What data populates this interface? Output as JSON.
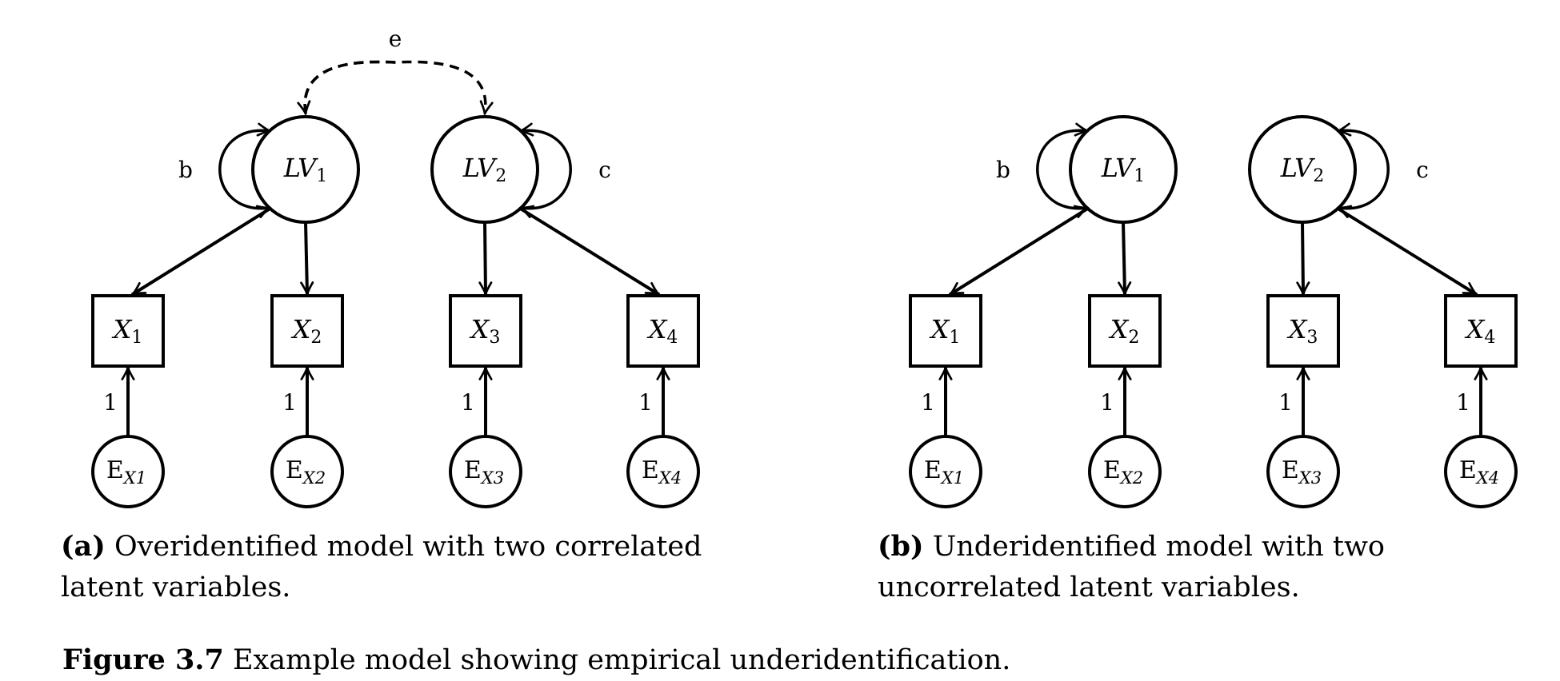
{
  "panels": [
    {
      "id": "a",
      "correlated": true,
      "correlation_label": "e",
      "latent": [
        {
          "base": "LV",
          "sub": "1",
          "variance_label": "b"
        },
        {
          "base": "LV",
          "sub": "2",
          "variance_label": "c"
        }
      ],
      "observed": [
        {
          "base": "X",
          "sub": "1"
        },
        {
          "base": "X",
          "sub": "2"
        },
        {
          "base": "X",
          "sub": "3"
        },
        {
          "base": "X",
          "sub": "4"
        }
      ],
      "errors": [
        {
          "base": "E",
          "sub": "X1",
          "loading": "1"
        },
        {
          "base": "E",
          "sub": "X2",
          "loading": "1"
        },
        {
          "base": "E",
          "sub": "X3",
          "loading": "1"
        },
        {
          "base": "E",
          "sub": "X4",
          "loading": "1"
        }
      ],
      "caption_tag": "(a)",
      "caption_text": "Overidentified model with two correlated latent variables."
    },
    {
      "id": "b",
      "correlated": false,
      "correlation_label": "",
      "latent": [
        {
          "base": "LV",
          "sub": "1",
          "variance_label": "b"
        },
        {
          "base": "LV",
          "sub": "2",
          "variance_label": "c"
        }
      ],
      "observed": [
        {
          "base": "X",
          "sub": "1"
        },
        {
          "base": "X",
          "sub": "2"
        },
        {
          "base": "X",
          "sub": "3"
        },
        {
          "base": "X",
          "sub": "4"
        }
      ],
      "errors": [
        {
          "base": "E",
          "sub": "X1",
          "loading": "1"
        },
        {
          "base": "E",
          "sub": "X2",
          "loading": "1"
        },
        {
          "base": "E",
          "sub": "X3",
          "loading": "1"
        },
        {
          "base": "E",
          "sub": "X4",
          "loading": "1"
        }
      ],
      "caption_tag": "(b)",
      "caption_text": "Underidentified model with two uncorrelated latent variables."
    }
  ],
  "figure_caption": {
    "tag": "Figure 3.7",
    "text": "Example model showing empirical underidentification."
  }
}
